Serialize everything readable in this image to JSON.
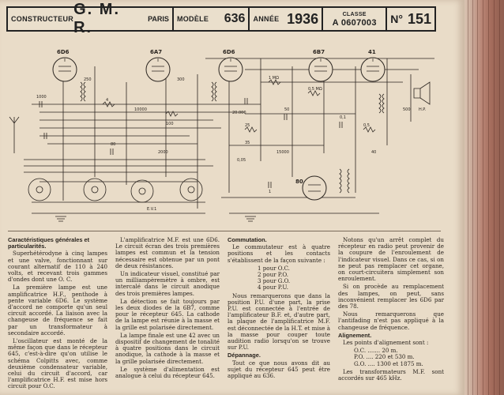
{
  "header": {
    "constructeur_label": "CONSTRUCTEUR",
    "constructeur": "G. M. R.",
    "city": "PARIS",
    "modele_label": "MODÈLE",
    "modele": "636",
    "annee_label": "ANNÉE",
    "annee": "1936",
    "classe_label": "CLASSE",
    "classe": "A 0607003",
    "numero_label": "N°",
    "numero": "151"
  },
  "schematic": {
    "tubes": [
      "6D6",
      "6A7",
      "6D6",
      "6B7",
      "41"
    ],
    "rectifier": "80",
    "labels": [
      "250",
      "300",
      "4",
      "10000",
      "1 MΩ",
      "0,5 MΩ",
      "25",
      "50",
      "0,1",
      "0,5",
      "100",
      "80",
      "500",
      "1000",
      "0,05",
      "1",
      "35",
      "40",
      "2000",
      "20.000",
      "15000",
      "E.V.1",
      "H.P."
    ]
  },
  "col1": {
    "title": "Caractéristiques générales et particularités.",
    "p1": "Superhétérodyne à cinq lampes et une valve, fonctionnant sur courant alternatif de 110 à 240 volts, et recevant trois gammes d'ondes dont une O. C.",
    "p2": "La première lampe est une amplificatrice H.F., penthode à pente variable 6D6. Le système d'accord ne comporte qu'un seul circuit accordé. La liaison avec la changeuse de fréquence se fait par un transformateur à secondaire accordé.",
    "p3": "L'oscillateur est monté de la même façon que dans le récepteur 645, c'est-à-dire qu'on utilise le schéma Colpitts avec, comme deuxième condensateur variable, celui du circuit d'accord, car l'amplificatrice H.F. est mise hors circuit pour O.C."
  },
  "col2": {
    "p1": "L'amplificatrice M.F. est une 6D6. Le circuit écran des trois premières lampes est commun et la tension nécessaire est obtenue par un pont de deux résistances.",
    "p2": "Un indicateur visuel, constitué par un milliampèremètre à ombre, est intercalé dans le circuit anodique des trois premières lampes.",
    "p3": "La détection se fait toujours par les deux diodes de la 6B7, comme pour le récepteur 645. La cathode de la lampe est réunie à la masse et la grille est polarisée directement.",
    "p4": "La lampe finale est une 42 avec un dispositif de changement de tonalité à quatre positions dans le circuit anodique, la cathode à la masse et la grille polarisée directement.",
    "p5": "Le système d'alimentation est analogue à celui du récepteur 645."
  },
  "col3": {
    "title1": "Commutation.",
    "p1": "Le commutateur est à quatre positions et les contacts s'établissent de la façon suivante :",
    "positions": [
      "1 pour O.C.",
      "2 pour P.O.",
      "3 pour G.O.",
      "4 pour P.U."
    ],
    "p2": "Nous remarquerons que dans la position P.U. d'une part, la prise P.U. est connectée à l'entrée de l'amplificateur B.F. et, d'autre part, la plaque de l'amplificatrice M.F. est déconnectée de la H.T. et mise à la masse pour couper toute audition radio lorsqu'on se trouve sur P.U.",
    "title2": "Dépannage.",
    "p3": "Tout ce que nous avons dit au sujet du récepteur 645 peut être appliqué au 636."
  },
  "col4": {
    "p1": "Notons qu'un arrêt complet du récepteur en radio peut provenir de la coupure de l'enroulement de l'indicateur visuel. Dans ce cas, si on ne peut pas remplacer cet organe, on court-circuitera simplement son enroulement.",
    "p2": "Si on procède au remplacement des lampes, on peut, sans inconvénient remplacer les 6D6 par des 78.",
    "p3": "Nous remarquerons que l'antifading n'est pas appliqué à la changeuse de fréquence.",
    "title": "Alignement.",
    "p4": "Les points d'alignement sont :",
    "align": [
      "O.C. ....... 20 m.",
      "P.O. .... 220 et 530 m.",
      "G.O. .... 1300 et 1875 m."
    ],
    "p5": "Les transformateurs M.F. sont accordés sur 465 kHz."
  }
}
